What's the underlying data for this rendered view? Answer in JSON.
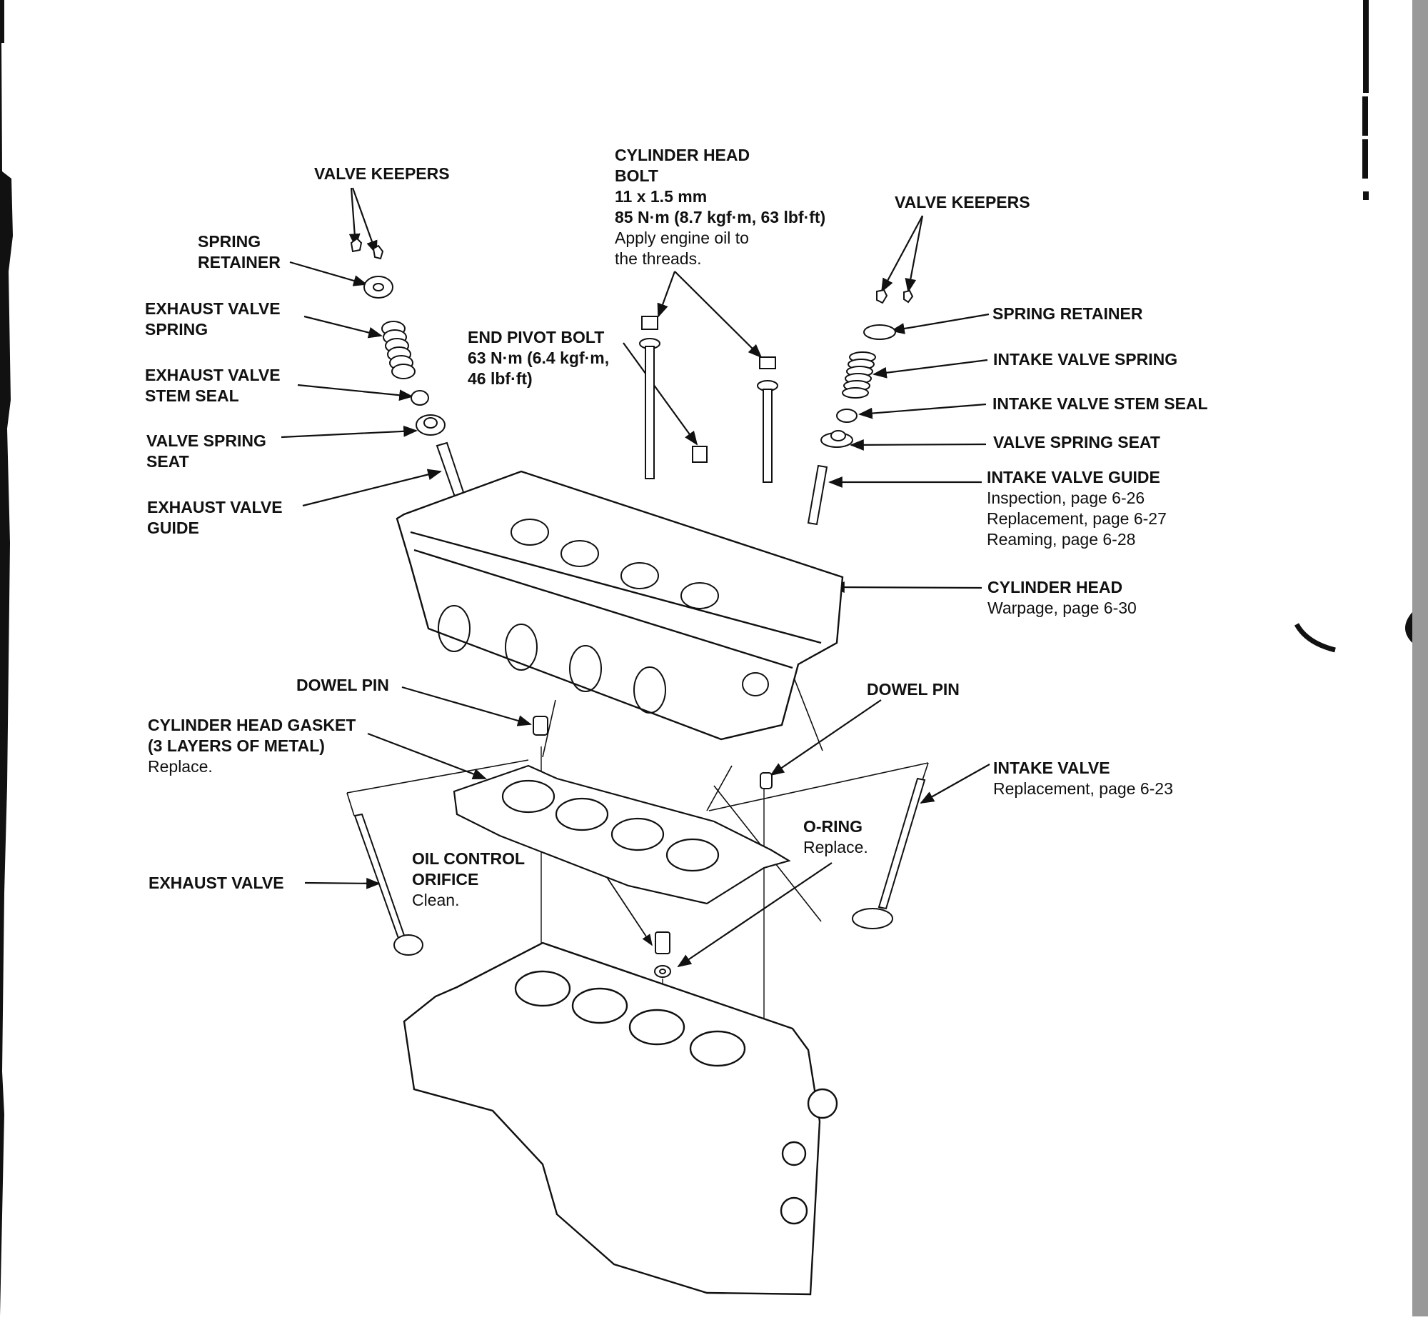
{
  "diagram": {
    "title": "Cylinder head exploded view",
    "labels": {
      "valve_keepers_left": {
        "lines": [
          "VALVE KEEPERS"
        ]
      },
      "spring_retainer_left": {
        "lines": [
          "SPRING",
          "RETAINER"
        ]
      },
      "exhaust_valve_spring": {
        "lines": [
          "EXHAUST VALVE",
          "SPRING"
        ]
      },
      "exhaust_valve_stem_seal": {
        "lines": [
          "EXHAUST VALVE",
          "STEM SEAL"
        ]
      },
      "valve_spring_seat_left": {
        "lines": [
          "VALVE SPRING",
          "SEAT"
        ]
      },
      "exhaust_valve_guide": {
        "lines": [
          "EXHAUST VALVE",
          "GUIDE"
        ]
      },
      "cylinder_head_bolt": {
        "lines": [
          "CYLINDER HEAD",
          "BOLT",
          "11 x 1.5 mm",
          "85 N·m (8.7 kgf·m, 63 lbf·ft)"
        ],
        "notes": [
          "Apply engine oil to",
          "the threads."
        ]
      },
      "end_pivot_bolt": {
        "lines": [
          "END PIVOT BOLT",
          "63 N·m (6.4 kgf·m,",
          "46 lbf·ft)"
        ]
      },
      "valve_keepers_right": {
        "lines": [
          "VALVE KEEPERS"
        ]
      },
      "spring_retainer_right": {
        "lines": [
          "SPRING RETAINER"
        ]
      },
      "intake_valve_spring": {
        "lines": [
          "INTAKE VALVE SPRING"
        ]
      },
      "intake_valve_stem_seal": {
        "lines": [
          "INTAKE VALVE STEM SEAL"
        ]
      },
      "valve_spring_seat_right": {
        "lines": [
          "VALVE SPRING SEAT"
        ]
      },
      "intake_valve_guide": {
        "lines": [
          "INTAKE VALVE GUIDE"
        ],
        "notes": [
          "Inspection, page 6-26",
          "Replacement, page 6-27",
          "Reaming, page 6-28"
        ]
      },
      "cylinder_head": {
        "lines": [
          "CYLINDER HEAD"
        ],
        "notes": [
          "Warpage, page 6-30"
        ]
      },
      "dowel_pin_left": {
        "lines": [
          "DOWEL PIN"
        ]
      },
      "dowel_pin_right": {
        "lines": [
          "DOWEL PIN"
        ]
      },
      "cylinder_head_gasket": {
        "lines": [
          "CYLINDER HEAD GASKET",
          "(3 LAYERS OF METAL)"
        ],
        "notes": [
          "Replace."
        ]
      },
      "intake_valve": {
        "lines": [
          "INTAKE VALVE"
        ],
        "notes": [
          "Replacement, page 6-23"
        ]
      },
      "o_ring": {
        "lines": [
          "O-RING"
        ],
        "notes": [
          "Replace."
        ]
      },
      "oil_control_orifice": {
        "lines": [
          "OIL CONTROL",
          "ORIFICE"
        ],
        "notes": [
          "Clean."
        ]
      },
      "exhaust_valve": {
        "lines": [
          "EXHAUST VALVE"
        ]
      }
    }
  }
}
